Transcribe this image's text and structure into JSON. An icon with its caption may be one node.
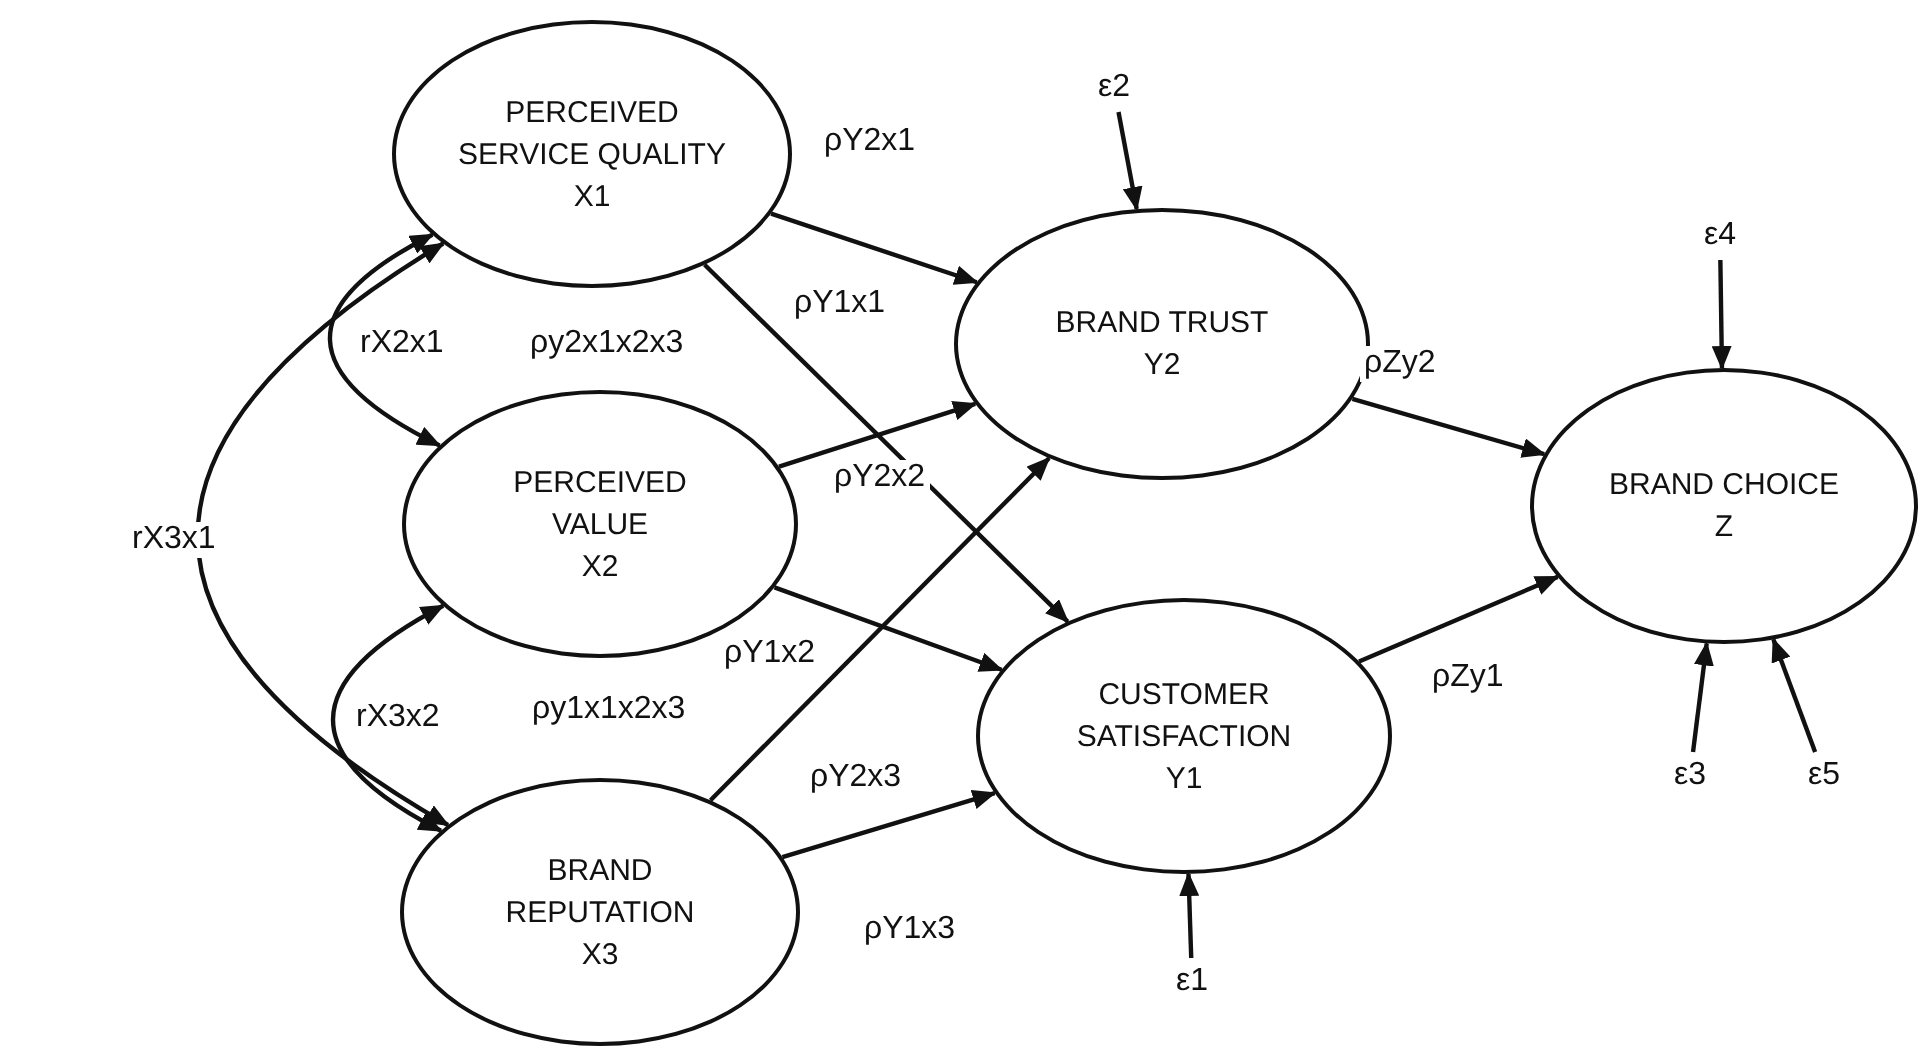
{
  "diagram": {
    "nodes": [
      {
        "text": [
          "PERCEIVED SERVICE QUALITY",
          "X1"
        ]
      },
      {
        "text": [
          "PERCEIVED VALUE",
          "X2"
        ]
      },
      {
        "text": [
          "BRAND REPUTATION",
          "X3"
        ]
      },
      {
        "text": [
          "BRAND TRUST",
          "Y2"
        ]
      },
      {
        "text": [
          "CUSTOMER SATISFACTION",
          "Y1"
        ]
      },
      {
        "text": [
          "BRAND CHOICE",
          "Z"
        ]
      },
      {
        "text": [
          "ε2"
        ]
      },
      {
        "text": [
          "ε4"
        ]
      },
      {
        "text": [
          "ε3"
        ]
      },
      {
        "text": [
          "ε5"
        ]
      },
      {
        "text": [
          "ε1"
        ]
      }
    ],
    "edges": [
      {
        "from": 0,
        "to": 3,
        "arrow": "to",
        "label": "ρY2x1"
      },
      {
        "from": 0,
        "to": 4,
        "arrow": "to",
        "label": "ρY1x1"
      },
      {
        "from": 1,
        "to": 3,
        "arrow": "to",
        "label": "ρY2x2"
      },
      {
        "from": 1,
        "to": 4,
        "arrow": "to",
        "label": "ρY1x2"
      },
      {
        "from": 2,
        "to": 3,
        "arrow": "to",
        "label": "ρY2x3"
      },
      {
        "from": 2,
        "to": 4,
        "arrow": "to",
        "label": "ρY1x3"
      },
      {
        "from": 3,
        "to": 5,
        "arrow": "to",
        "label": "ρZy2"
      },
      {
        "from": 4,
        "to": 5,
        "arrow": "to",
        "label": "ρZy1"
      },
      {
        "from": 0,
        "to": 1,
        "arrow": "both",
        "label": "rX2x1"
      },
      {
        "from": 1,
        "to": 2,
        "arrow": "both",
        "label": "rX3x2"
      },
      {
        "from": 0,
        "to": 2,
        "arrow": "both",
        "label": "rX3x1"
      },
      {
        "from": 6,
        "to": 3,
        "arrow": "to"
      },
      {
        "from": 7,
        "to": 5,
        "arrow": "to"
      },
      {
        "from": 8,
        "to": 5,
        "arrow": "to"
      },
      {
        "from": 9,
        "to": 5,
        "arrow": "to"
      },
      {
        "from": 10,
        "to": 4,
        "arrow": "to"
      }
    ],
    "labels": [
      "ρy2x1x2x3",
      "ρy1x1x2x3"
    ]
  }
}
